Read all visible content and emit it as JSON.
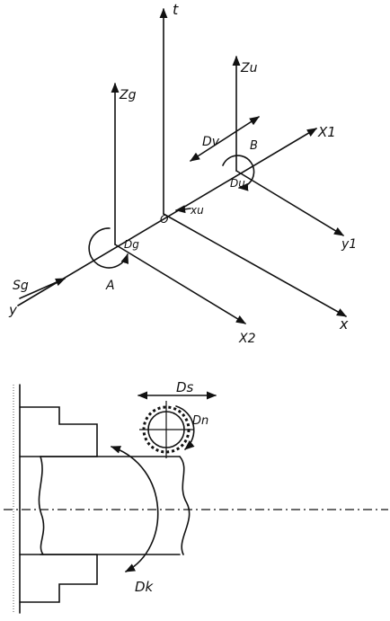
{
  "top_figure": {
    "labels": {
      "t_axis": "t",
      "z_g": "Zg",
      "z_u": "Zu",
      "x_axis": "x",
      "y_axis": "y",
      "x_1": "X1",
      "y_1": "y1",
      "x_2": "X2",
      "s_g": "Sg",
      "x_u": "xu",
      "d_v": "Dv",
      "origin_o": "O",
      "point_a": "A",
      "point_b": "B",
      "d_g": "Dg",
      "d_u": "Du"
    }
  },
  "bottom_figure": {
    "labels": {
      "d_s": "Ds",
      "d_h": "Dn",
      "d_k": "Dk"
    }
  },
  "colors": {
    "ink": "#111111",
    "paper": "#ffffff"
  }
}
